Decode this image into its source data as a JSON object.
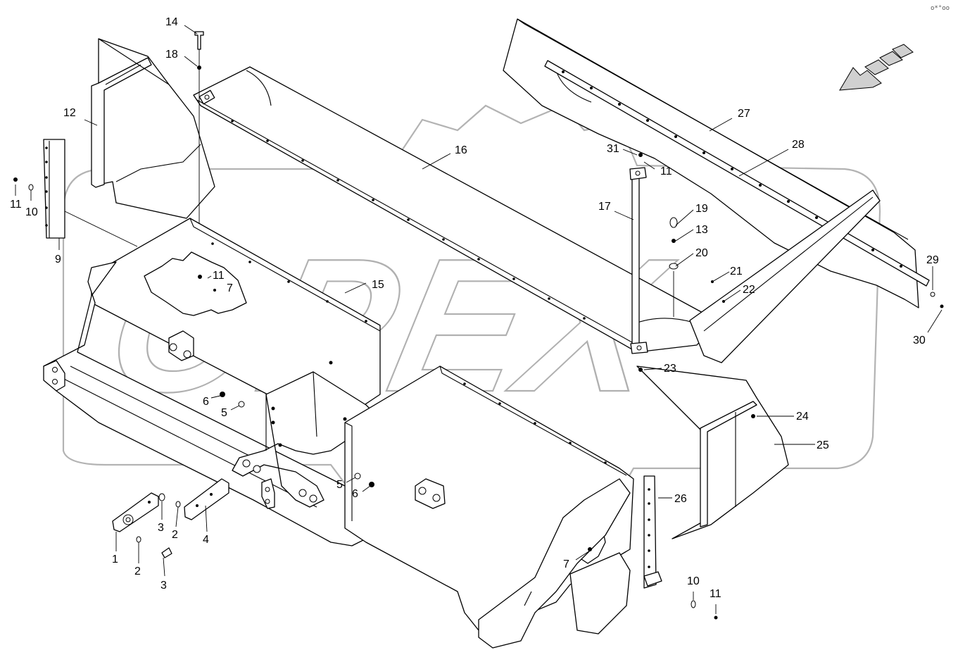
{
  "watermark": {
    "logo_text": "OPEX"
  },
  "corner_badge": "o*°oo",
  "callouts": [
    "1",
    "2",
    "3",
    "4",
    "5",
    "6",
    "7",
    "9",
    "10",
    "11",
    "12",
    "13",
    "14",
    "15",
    "16",
    "17",
    "18",
    "19",
    "20",
    "21",
    "22",
    "23",
    "24",
    "25",
    "26",
    "27",
    "28",
    "29",
    "30",
    "31"
  ]
}
